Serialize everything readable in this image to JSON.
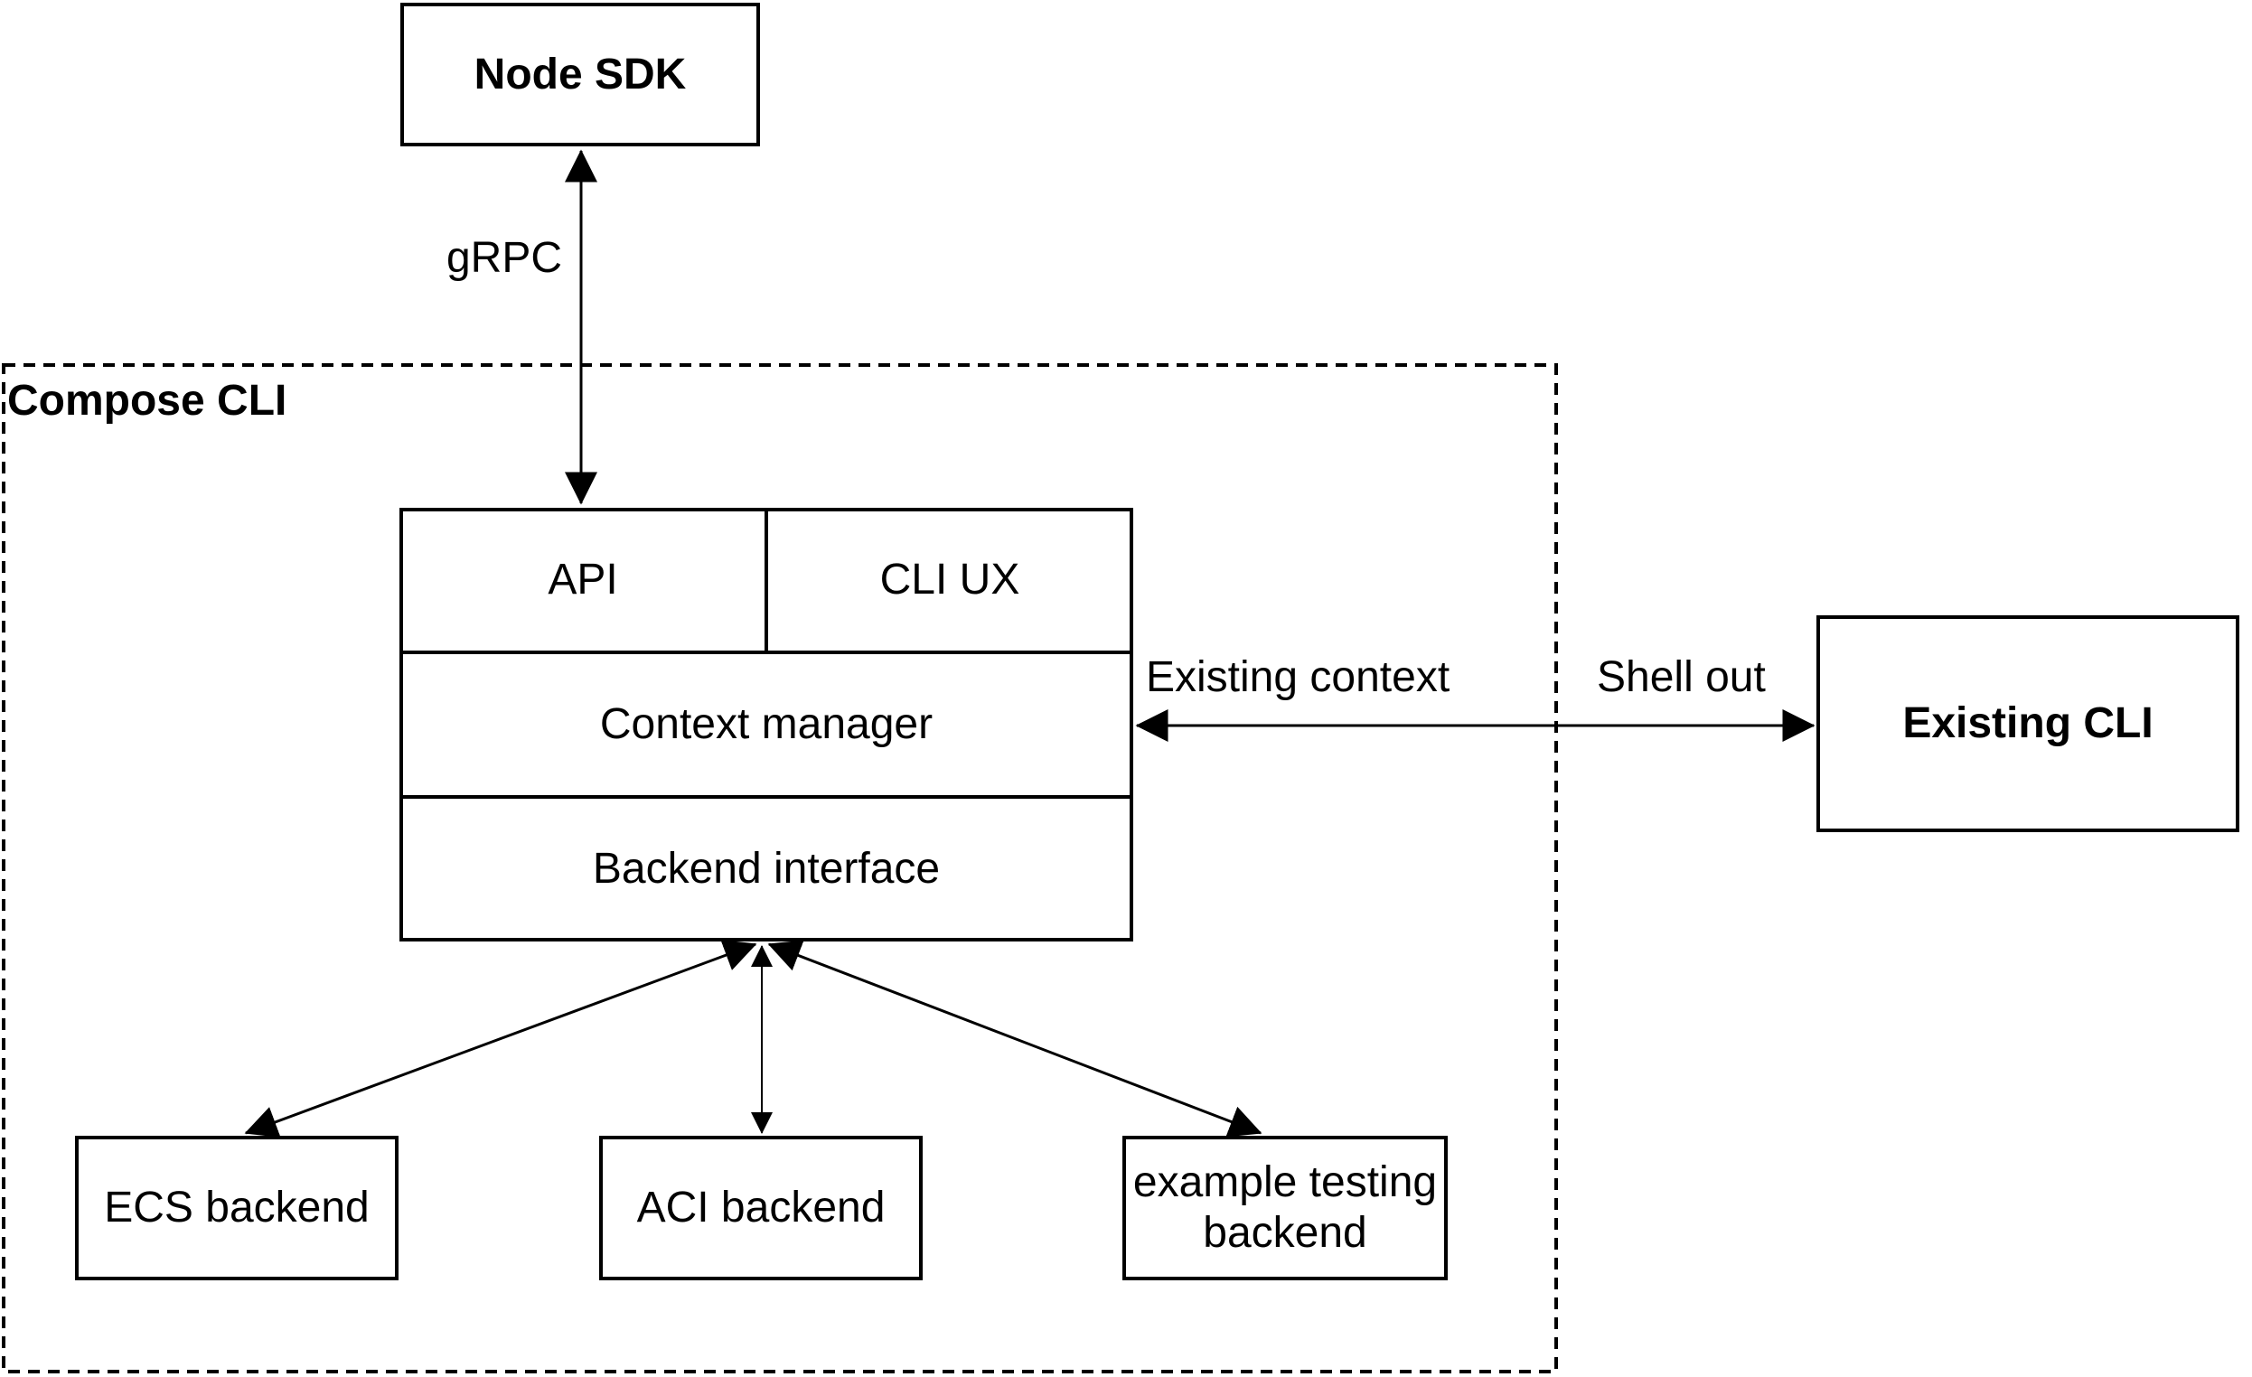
{
  "diagram": {
    "nodes": {
      "node_sdk": "Node SDK",
      "compose_cli_container": "Compose CLI",
      "api": "API",
      "cli_ux": "CLI UX",
      "context_manager": "Context manager",
      "backend_interface": "Backend interface",
      "existing_cli": "Existing CLI",
      "ecs_backend": "ECS backend",
      "aci_backend": "ACI backend",
      "example_testing_backend": "example testing backend"
    },
    "edge_labels": {
      "grpc": "gRPC",
      "existing_context": "Existing context",
      "shell_out": "Shell out"
    },
    "colors": {
      "line": "#000000",
      "text": "#000000",
      "background": "#ffffff"
    }
  }
}
